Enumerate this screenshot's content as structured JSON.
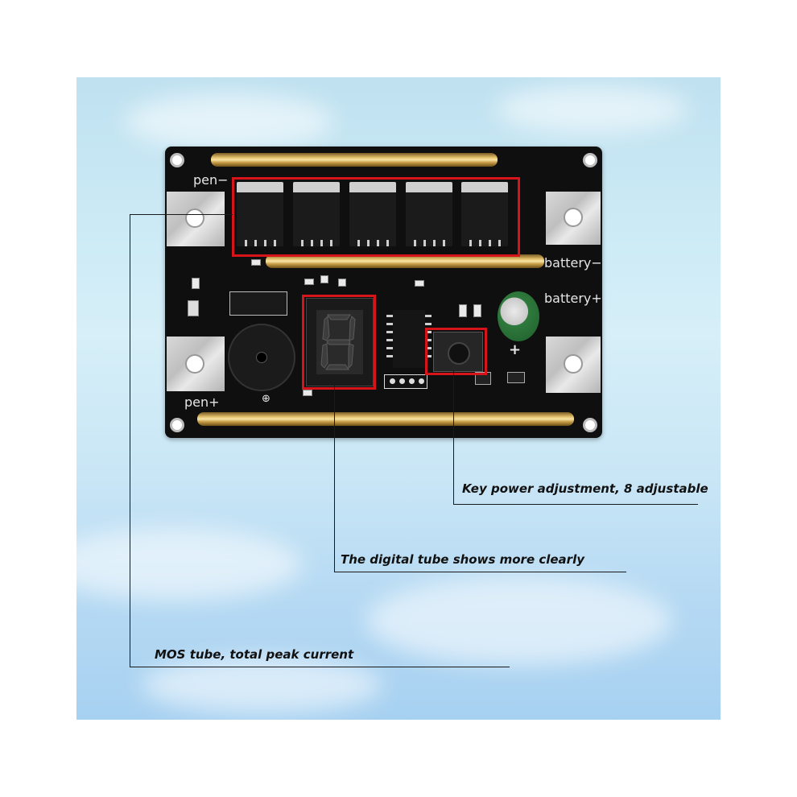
{
  "board_labels": {
    "pen_minus": "pen−",
    "pen_plus": "pen+",
    "battery_minus": "battery−",
    "battery_plus": "battery+"
  },
  "annotations": {
    "key": "Key power adjustment, 8 adjustable",
    "tube": "The digital tube shows more clearly",
    "mos": "MOS tube, total peak current"
  },
  "display": {
    "digit": "8"
  },
  "colors": {
    "highlight": "#d8141b",
    "board": "#0f0f0f",
    "rod": "#e6c46f"
  }
}
